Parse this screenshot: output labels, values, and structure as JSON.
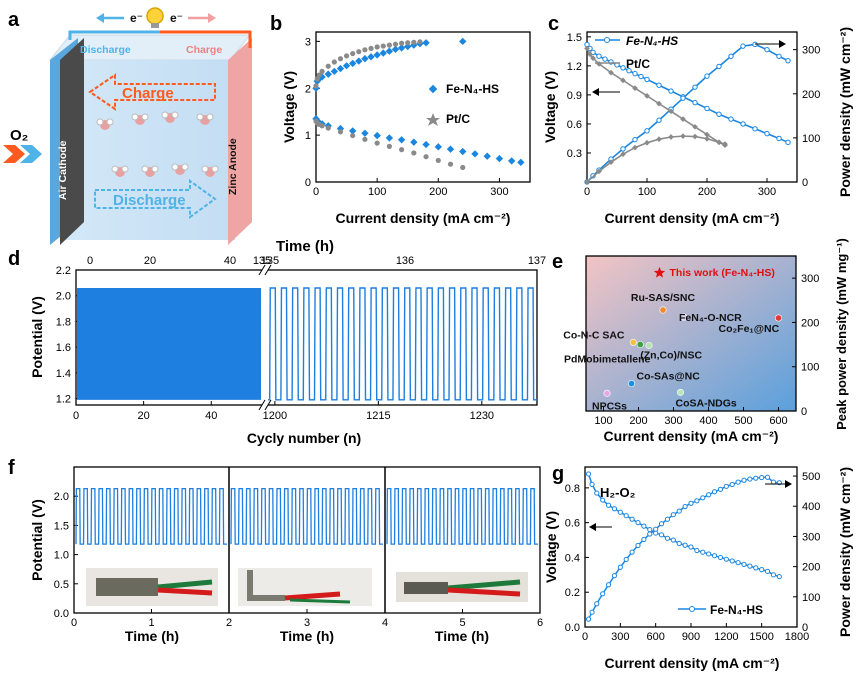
{
  "colors": {
    "fe": "#1a86e0",
    "pt": "#8a8a8a",
    "cycle": "#1e7fe0",
    "gradLeft": "#f3c4c4",
    "gradRight": "#5aa0dc",
    "star": "#e01010",
    "charge": "#ff5a1f",
    "discharge": "#4fb3e8",
    "cathode": "#4a4a4a",
    "anode": "#f0a5a5"
  },
  "panel_labels": [
    "a",
    "b",
    "c",
    "d",
    "e",
    "f",
    "g"
  ],
  "schematic": {
    "electron_left": "e⁻",
    "electron_right": "e⁻",
    "discharge_top": "Discharge",
    "charge_top": "Charge",
    "charge_arrow": "Charge",
    "discharge_arrow": "Discharge",
    "air_cathode": "Air Cathode",
    "zinc_anode": "Zinc Anode",
    "o2": "O₂",
    "icons": [
      "bulb-icon",
      "electron-arrow-icon",
      "o2-inlet-arrow-icon",
      "molecule-icon"
    ]
  },
  "chart_data": [
    {
      "panel": "b",
      "type": "scatter",
      "xlabel": "Current density (mA cm⁻²)",
      "ylabel": "Voltage (V)",
      "xlim": [
        0,
        350
      ],
      "ylim": [
        0,
        3.2
      ],
      "xticks": [
        0,
        100,
        200,
        300
      ],
      "yticks": [
        0,
        1,
        2,
        3
      ],
      "legend_placement": "right",
      "series": [
        {
          "name": "Fe-N₄-HS",
          "charge": {
            "x": [
              0,
              2,
              5,
              10,
              20,
              30,
              40,
              50,
              60,
              70,
              80,
              90,
              100,
              110,
              120,
              130,
              140,
              150,
              160,
              170,
              180,
              240
            ],
            "y": [
              2.0,
              2.15,
              2.2,
              2.24,
              2.3,
              2.36,
              2.42,
              2.48,
              2.53,
              2.58,
              2.63,
              2.67,
              2.71,
              2.75,
              2.79,
              2.83,
              2.86,
              2.89,
              2.92,
              2.95,
              2.97,
              3.0
            ]
          },
          "discharge": {
            "x": [
              0,
              2,
              5,
              10,
              20,
              40,
              60,
              80,
              100,
              120,
              140,
              160,
              180,
              200,
              220,
              240,
              260,
              280,
              300,
              320,
              335
            ],
            "y": [
              1.35,
              1.3,
              1.27,
              1.24,
              1.2,
              1.14,
              1.09,
              1.04,
              0.99,
              0.94,
              0.9,
              0.85,
              0.8,
              0.75,
              0.7,
              0.65,
              0.6,
              0.55,
              0.5,
              0.45,
              0.42
            ]
          }
        },
        {
          "name": "Pt/C",
          "charge": {
            "x": [
              0,
              2,
              5,
              10,
              20,
              30,
              40,
              50,
              60,
              70,
              80,
              90,
              100,
              110,
              120,
              130,
              140,
              150,
              160,
              170
            ],
            "y": [
              2.05,
              2.2,
              2.28,
              2.36,
              2.47,
              2.56,
              2.63,
              2.69,
              2.74,
              2.78,
              2.82,
              2.85,
              2.88,
              2.9,
              2.92,
              2.94,
              2.96,
              2.97,
              2.98,
              2.99
            ]
          },
          "discharge": {
            "x": [
              0,
              2,
              5,
              10,
              20,
              40,
              60,
              80,
              100,
              120,
              140,
              160,
              180,
              200,
              220,
              240
            ],
            "y": [
              1.3,
              1.26,
              1.23,
              1.2,
              1.15,
              1.07,
              0.99,
              0.91,
              0.83,
              0.76,
              0.69,
              0.62,
              0.54,
              0.46,
              0.38,
              0.31
            ]
          }
        }
      ]
    },
    {
      "panel": "c",
      "type": "scatter",
      "xlabel": "Current density (mA cm⁻²)",
      "ylabel": "Voltage (V)",
      "y2label": "Power density (mW cm⁻²)",
      "xlim": [
        0,
        350
      ],
      "ylim": [
        0,
        1.55
      ],
      "y2lim": [
        0,
        340
      ],
      "xticks": [
        0,
        100,
        200,
        300
      ],
      "yticks": [
        0.3,
        0.6,
        0.9,
        1.2,
        1.5
      ],
      "y2ticks": [
        0,
        100,
        200,
        300
      ],
      "legend_placement": "top-left",
      "series": [
        {
          "name": "Fe-N₄-HS",
          "voltage": {
            "x": [
              0,
              5,
              10,
              20,
              30,
              40,
              50,
              60,
              70,
              80,
              90,
              100,
              120,
              140,
              160,
              180,
              200,
              220,
              240,
              260,
              280,
              300,
              320,
              335
            ],
            "y": [
              1.42,
              1.38,
              1.34,
              1.3,
              1.27,
              1.24,
              1.21,
              1.18,
              1.15,
              1.12,
              1.09,
              1.06,
              1.0,
              0.94,
              0.88,
              0.82,
              0.76,
              0.7,
              0.65,
              0.6,
              0.55,
              0.5,
              0.45,
              0.41
            ]
          },
          "power": {
            "x": [
              0,
              10,
              20,
              40,
              60,
              80,
              100,
              120,
              140,
              160,
              180,
              200,
              220,
              240,
              260,
              280,
              300,
              320,
              335
            ],
            "y": [
              0,
              14,
              27,
              52,
              75,
              96,
              116,
              140,
              165,
              190,
              215,
              240,
              262,
              285,
              308,
              312,
              300,
              285,
              275
            ]
          }
        },
        {
          "name": "Pt/C",
          "voltage": {
            "x": [
              0,
              5,
              10,
              20,
              40,
              60,
              80,
              100,
              120,
              140,
              160,
              180,
              200,
              220,
              230
            ],
            "y": [
              1.38,
              1.32,
              1.28,
              1.22,
              1.13,
              1.05,
              0.97,
              0.89,
              0.81,
              0.73,
              0.65,
              0.57,
              0.49,
              0.41,
              0.38
            ]
          },
          "power": {
            "x": [
              0,
              20,
              40,
              60,
              80,
              100,
              120,
              140,
              160,
              180,
              200,
              220,
              230
            ],
            "y": [
              0,
              24,
              45,
              63,
              78,
              89,
              97,
              102,
              104,
              103,
              98,
              90,
              86
            ]
          }
        }
      ]
    },
    {
      "panel": "d",
      "type": "line",
      "xlabel": "Cycly number (n)",
      "ylabel": "Potential (V)",
      "top_axis_label": "Time (h)",
      "ylim": [
        1.15,
        2.2
      ],
      "yticks": [
        1.2,
        1.4,
        1.6,
        1.8,
        2.0,
        2.2
      ],
      "left_segment": {
        "xlim": [
          0,
          55
        ],
        "xticks": [
          0,
          20,
          40
        ],
        "top_ticks": [
          0,
          20,
          40,
          135
        ],
        "state": "dense cycling"
      },
      "right_segment": {
        "xlim": [
          1199,
          1238
        ],
        "xticks": [
          1200,
          1215,
          1230
        ],
        "top_ticks": [
          135,
          136,
          137
        ]
      },
      "cycle_high": 2.06,
      "cycle_low": 1.19
    },
    {
      "panel": "e",
      "type": "scatter",
      "xlabel": "Current density (mA cm⁻²)",
      "ylabel": "Peak power density (mW mg⁻¹)",
      "xlim": [
        50,
        650
      ],
      "ylim": [
        0,
        350
      ],
      "xticks": [
        100,
        200,
        300,
        400,
        500,
        600
      ],
      "yticks": [
        0,
        100,
        200,
        300
      ],
      "points": [
        {
          "name": "This work (Fe-N₄-HS)",
          "x": 260,
          "y": 312,
          "color": "#e01010",
          "marker": "star"
        },
        {
          "name": "Ru-SAS/SNC",
          "x": 270,
          "y": 228,
          "color": "#f08a2a"
        },
        {
          "name": "FeN₄-O-NCR",
          "x": 330,
          "y": 212,
          "color": "#d8d0ee"
        },
        {
          "name": "Co₂Fe₁@NC",
          "x": 600,
          "y": 210,
          "color": "#e23838"
        },
        {
          "name": "Co-N-C SAC",
          "x": 185,
          "y": 155,
          "color": "#f0c040"
        },
        {
          "name": "(Zn,Co)/NSC",
          "x": 205,
          "y": 150,
          "color": "#3aa040"
        },
        {
          "name": "PdMobimetallene",
          "x": 230,
          "y": 148,
          "color": "#b8e0b0"
        },
        {
          "name": "Co-SAs@NC",
          "x": 180,
          "y": 62,
          "color": "#1a90e0"
        },
        {
          "name": "NPCSs",
          "x": 110,
          "y": 40,
          "color": "#e8a8e8"
        },
        {
          "name": "CoSA-NDGs",
          "x": 320,
          "y": 42,
          "color": "#b8e8b8"
        }
      ]
    },
    {
      "panel": "f",
      "type": "line",
      "xlabel": "Time (h)",
      "ylabel": "Potential (V)",
      "ylim": [
        0.0,
        2.5
      ],
      "yticks": [
        0.0,
        0.5,
        1.0,
        1.5,
        2.0
      ],
      "cycle_high": 2.13,
      "cycle_low": 1.18,
      "segments": [
        {
          "xlim": [
            0,
            2
          ],
          "xticks": [
            0,
            1,
            2
          ],
          "state": "flat"
        },
        {
          "xlim": [
            2,
            4
          ],
          "xticks": [
            3
          ],
          "state": "bent"
        },
        {
          "xlim": [
            4,
            6
          ],
          "xticks": [
            4,
            5,
            6
          ],
          "state": "folded"
        }
      ]
    },
    {
      "panel": "g",
      "type": "scatter",
      "title": "H₂-O₂",
      "xlabel": "Current density (mA cm⁻²)",
      "ylabel": "Voltage (V)",
      "y2label": "Power density (mW cm⁻²)",
      "xlim": [
        0,
        1800
      ],
      "ylim": [
        0,
        0.92
      ],
      "y2lim": [
        0,
        530
      ],
      "xticks": [
        0,
        300,
        600,
        900,
        1200,
        1500,
        1800
      ],
      "yticks": [
        0.0,
        0.2,
        0.4,
        0.6,
        0.8
      ],
      "y2ticks": [
        0,
        100,
        200,
        300,
        400,
        500
      ],
      "legend_placement": "bottom-right",
      "series": [
        {
          "name": "Fe-N₄-HS",
          "voltage": {
            "x": [
              30,
              60,
              100,
              150,
              200,
              250,
              300,
              350,
              400,
              450,
              500,
              550,
              600,
              650,
              700,
              750,
              800,
              850,
              900,
              950,
              1000,
              1050,
              1100,
              1150,
              1200,
              1250,
              1300,
              1350,
              1400,
              1450,
              1500,
              1550,
              1600,
              1650
            ],
            "y": [
              0.88,
              0.82,
              0.77,
              0.73,
              0.7,
              0.68,
              0.66,
              0.64,
              0.62,
              0.6,
              0.58,
              0.56,
              0.54,
              0.53,
              0.51,
              0.5,
              0.48,
              0.47,
              0.46,
              0.44,
              0.43,
              0.42,
              0.41,
              0.4,
              0.39,
              0.38,
              0.37,
              0.36,
              0.35,
              0.34,
              0.33,
              0.32,
              0.3,
              0.29
            ]
          },
          "power": {
            "x": [
              30,
              60,
              100,
              150,
              200,
              250,
              300,
              350,
              400,
              450,
              500,
              550,
              600,
              650,
              700,
              750,
              800,
              850,
              900,
              950,
              1000,
              1050,
              1100,
              1150,
              1200,
              1250,
              1300,
              1350,
              1400,
              1450,
              1500,
              1550,
              1600,
              1650
            ],
            "y": [
              26,
              49,
              77,
              110,
              140,
              170,
              198,
              224,
              248,
              270,
              290,
              308,
              324,
              342,
              357,
              372,
              384,
              399,
              410,
              418,
              428,
              438,
              448,
              456,
              466,
              472,
              480,
              486,
              490,
              493,
              495,
              496,
              480,
              478
            ]
          }
        }
      ]
    }
  ]
}
